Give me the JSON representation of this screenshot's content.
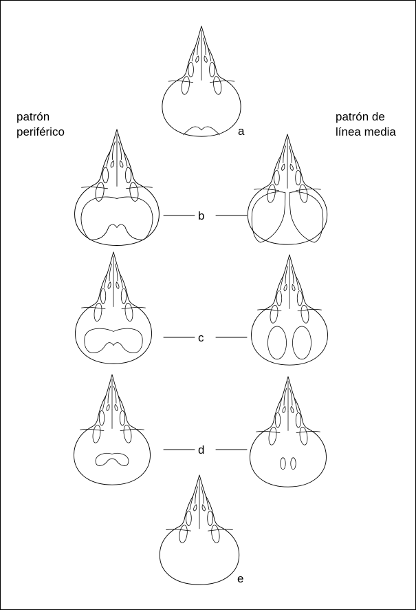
{
  "headings": {
    "left": [
      "patrón",
      "periférico"
    ],
    "right": [
      "patrón de",
      "línea media"
    ]
  },
  "stages": [
    {
      "label": "a"
    },
    {
      "label": "b"
    },
    {
      "label": "c"
    },
    {
      "label": "d"
    },
    {
      "label": "e"
    }
  ]
}
